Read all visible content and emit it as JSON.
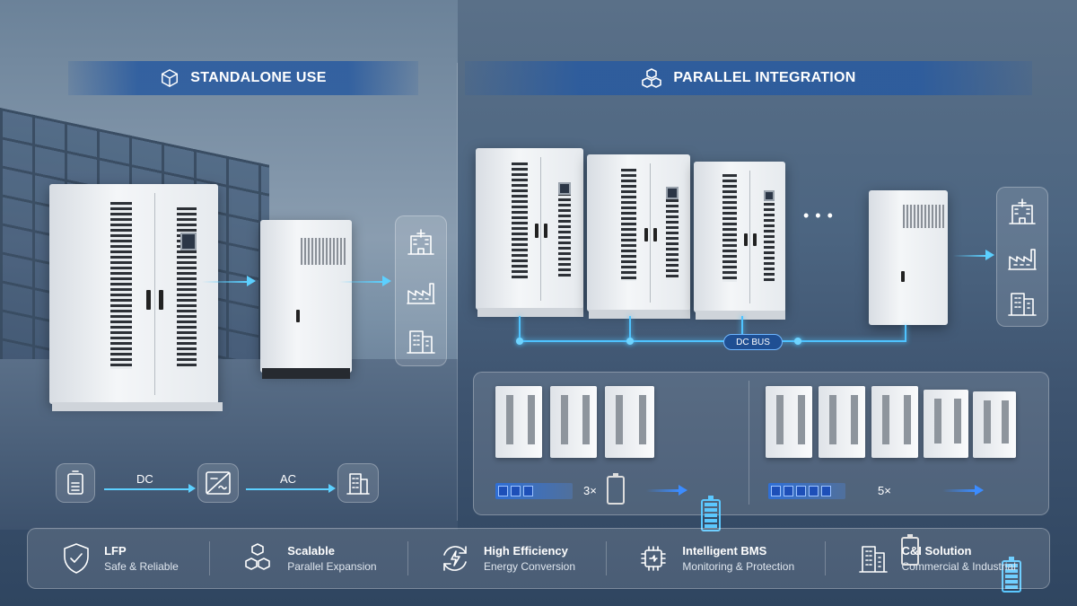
{
  "standalone": {
    "title": "STANDALONE USE",
    "flow": {
      "dc_label": "DC",
      "ac_label": "AC"
    }
  },
  "parallel": {
    "title": "PARALLEL INTEGRATION",
    "ellipsis": "• • •",
    "bus_label": "DC BUS",
    "expand_small": "3×",
    "expand_large": "5×"
  },
  "features": [
    {
      "icon": "shield-check-icon",
      "title": "LFP",
      "subtitle": "Safe & Reliable"
    },
    {
      "icon": "cubes-icon",
      "title": "Scalable",
      "subtitle": "Parallel Expansion"
    },
    {
      "icon": "refresh-bolt-icon",
      "title": "High Efficiency",
      "subtitle": "Energy Conversion"
    },
    {
      "icon": "chip-icon",
      "title": "Intelligent BMS",
      "subtitle": "Monitoring & Protection"
    },
    {
      "icon": "office-building-icon",
      "title": "C&I Solution",
      "subtitle": "Commercial & Industrial"
    }
  ],
  "colors": {
    "accent": "#5cd0ff",
    "header": "#285aa0"
  }
}
